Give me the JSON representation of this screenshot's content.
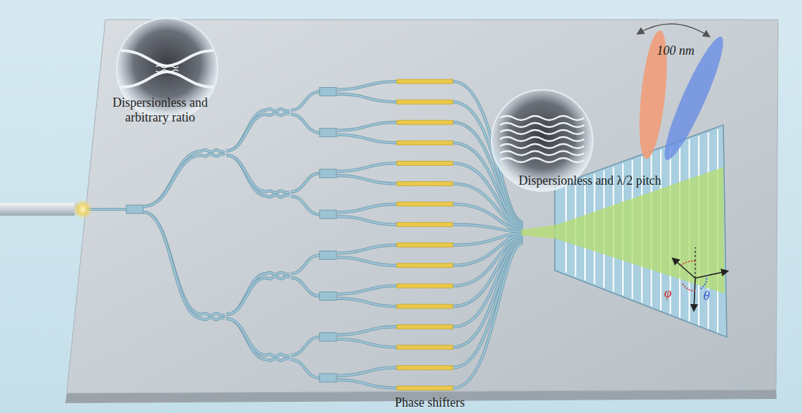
{
  "diagram": {
    "labels": [
      "Dispersionless and arbitrary ratio",
      "Dispersionless and λ/2 pitch",
      "100 nm",
      "Phase shifters",
      "φ",
      "θ"
    ]
  }
}
